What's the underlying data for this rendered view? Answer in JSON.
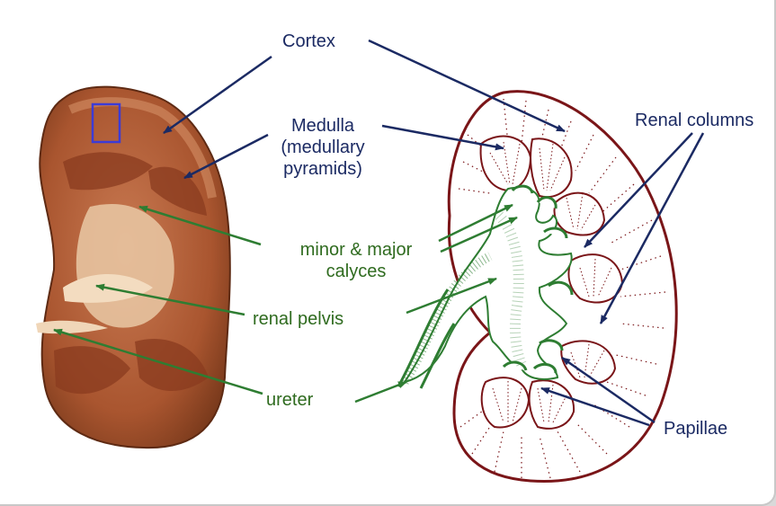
{
  "labels": {
    "cortex": "Cortex",
    "medulla_line1": "Medulla",
    "medulla_line2": "(medullary",
    "medulla_line3": "pyramids)",
    "calyces_line1": "minor & major",
    "calyces_line2": "calyces",
    "renal_pelvis": "renal pelvis",
    "ureter": "ureter",
    "renal_columns": "Renal columns",
    "papillae": "Papillae"
  },
  "colors": {
    "navy_label": "#1b2a63",
    "green_label": "#2f6b1f",
    "specimen_brown": "#8a4326",
    "outline_maroon": "#7a1518",
    "calyx_green": "#2e7d32",
    "highlight_box": "#3b3bd6"
  },
  "images": {
    "left": "kidney-specimen-photo",
    "right": "kidney-line-drawing"
  }
}
